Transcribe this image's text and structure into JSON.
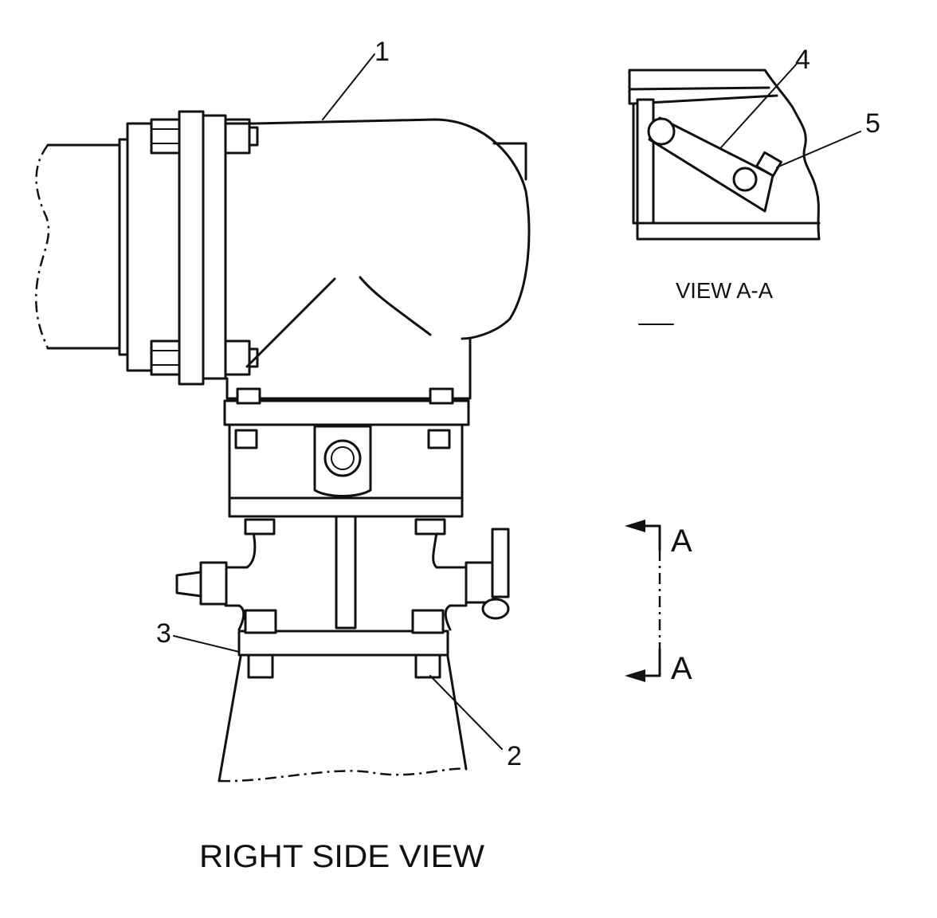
{
  "callouts": {
    "c1": "1",
    "c2": "2",
    "c3": "3",
    "c4": "4",
    "c5": "5"
  },
  "captions": {
    "main_view": "RIGHT SIDE VIEW",
    "detail_view": "VIEW A-A"
  },
  "section_marker": {
    "top": "A",
    "bottom": "A"
  }
}
